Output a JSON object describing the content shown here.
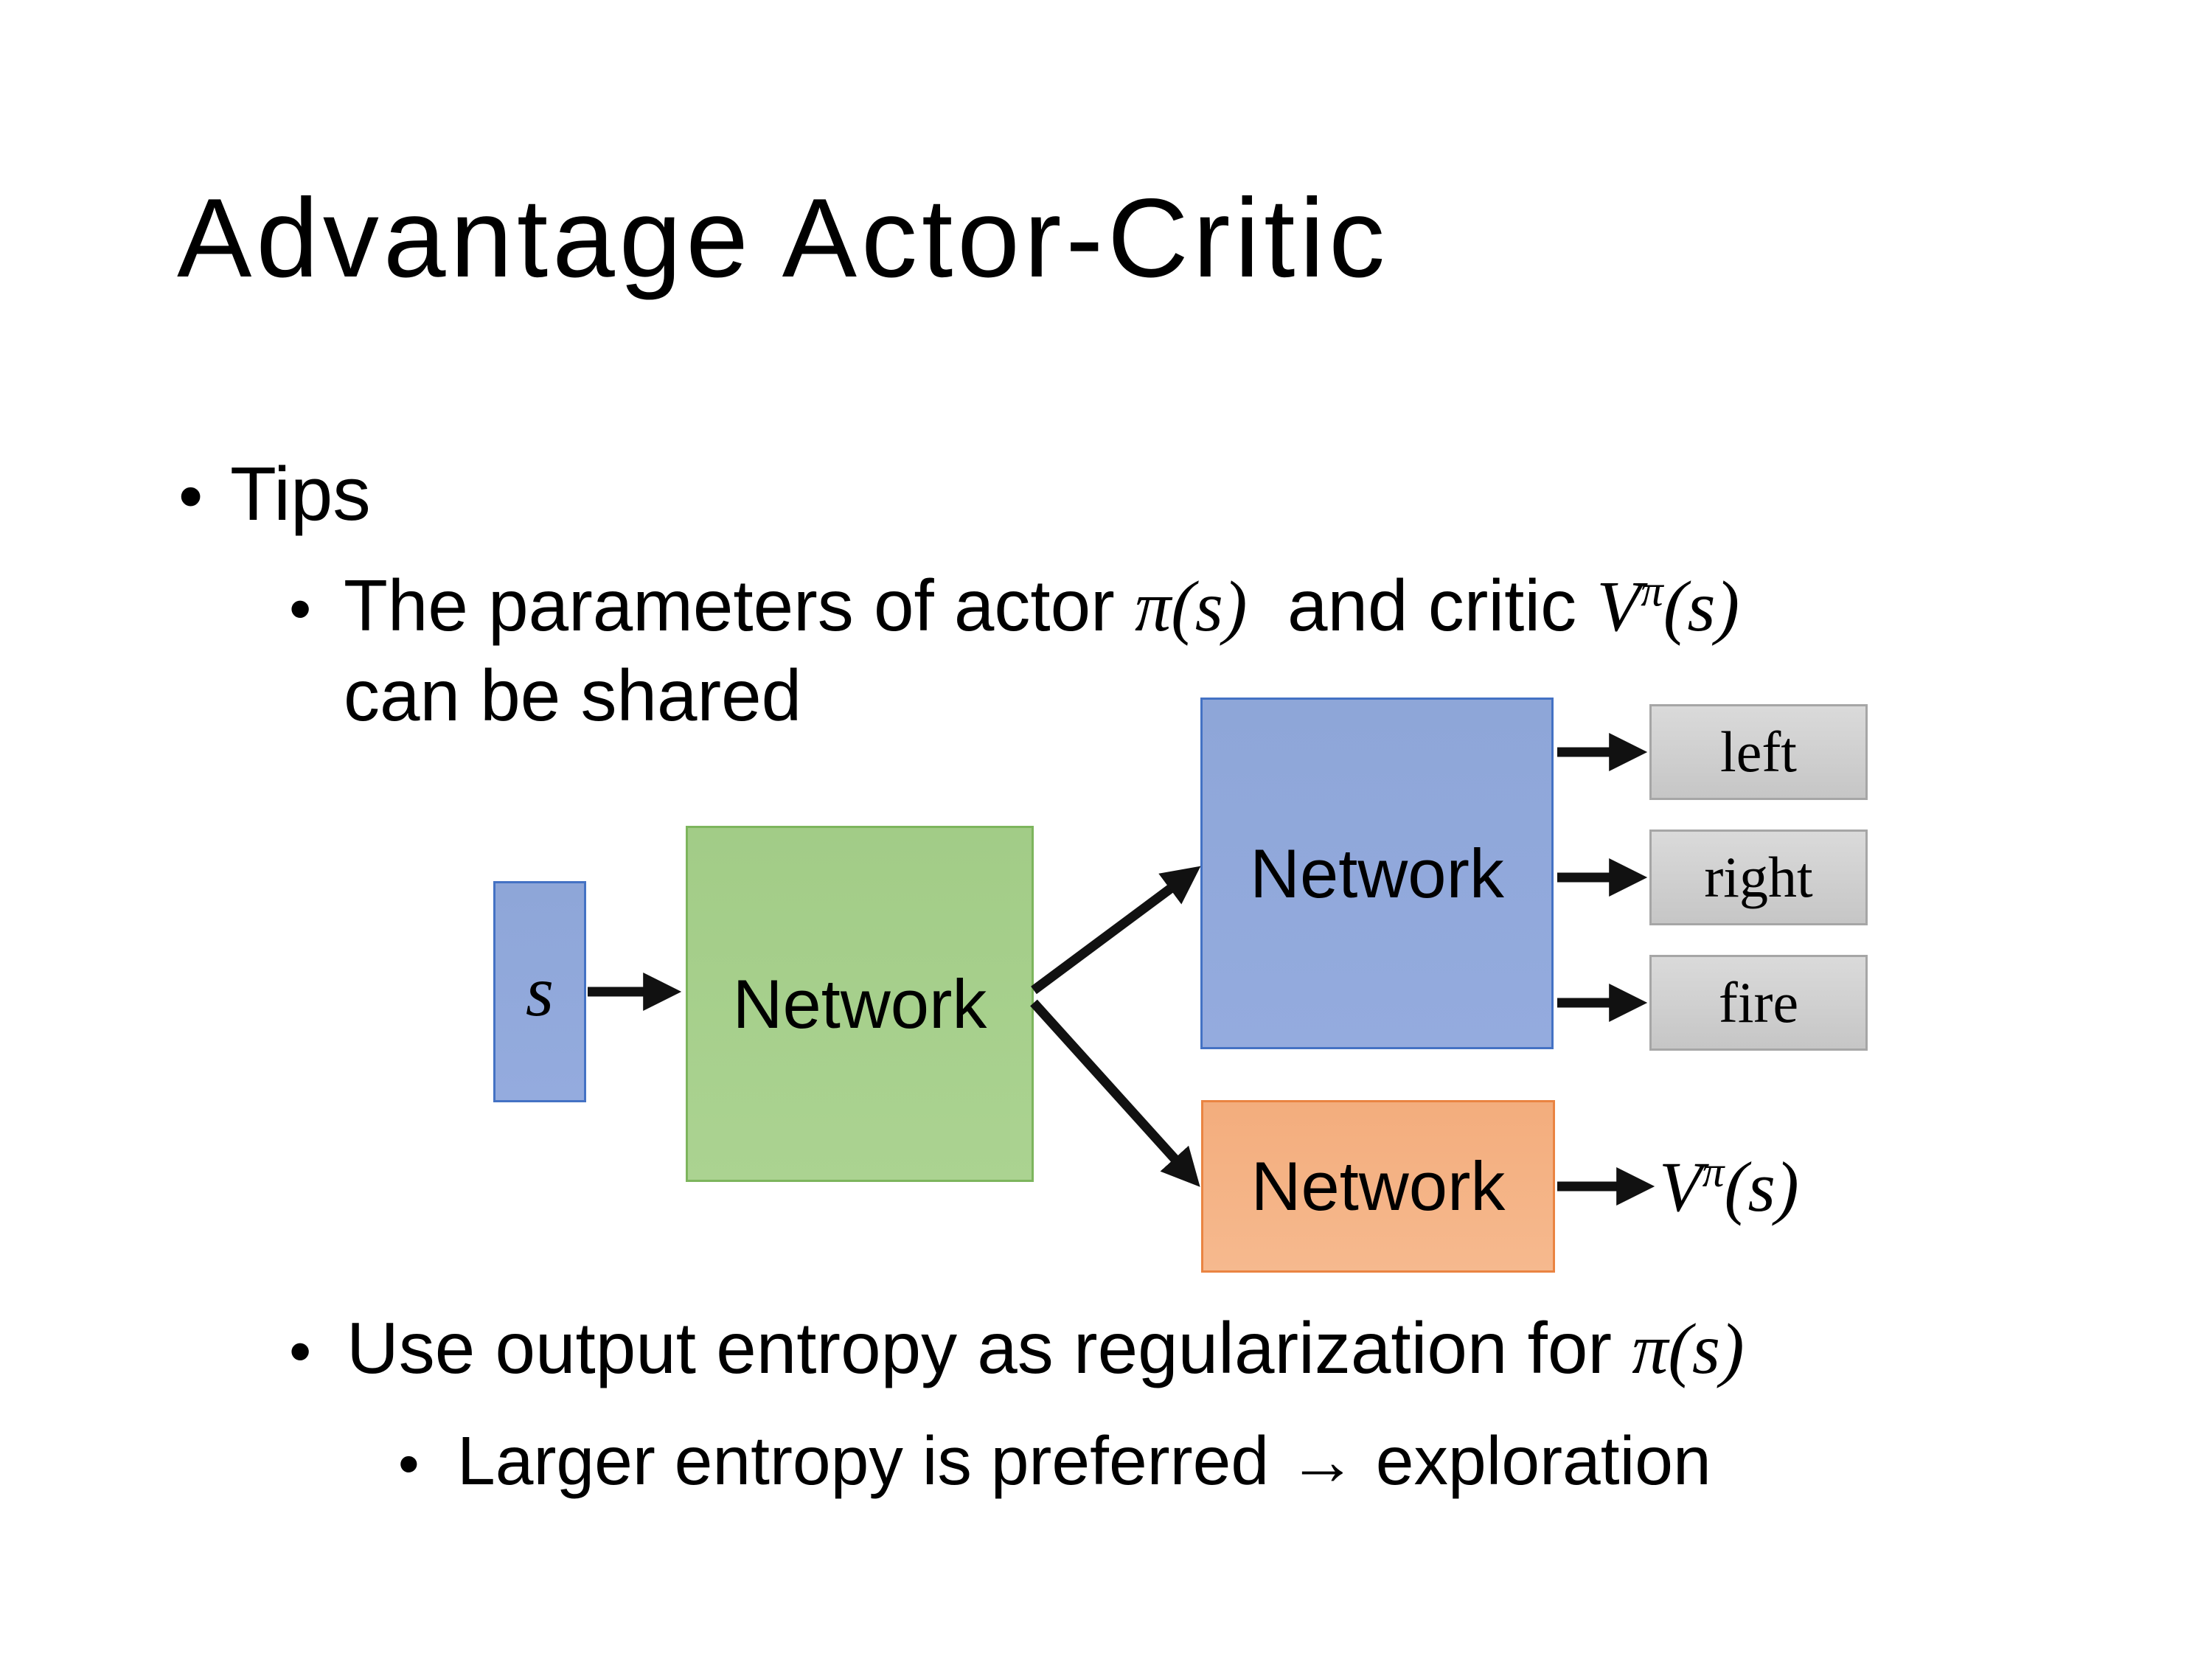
{
  "slide": {
    "title": "Advantage Actor-Critic",
    "bullet_glyph": "•",
    "tips_label": "Tips",
    "line_params": {
      "pre": "The parameters of actor ",
      "math_actor": "π(s)",
      "mid": "  and critic ",
      "critic_base": "V",
      "critic_sup": "π",
      "critic_args": "(s)",
      "cont": "can be shared"
    },
    "line_entropy": {
      "pre": "Use output entropy as regularization for ",
      "math": "π(s)"
    },
    "line_explore": "Larger entropy is preferred → exploration"
  },
  "diagram": {
    "input_label": "s",
    "shared_network_label": "Network",
    "actor_network_label": "Network",
    "critic_network_label": "Network",
    "actions": [
      "left",
      "right",
      "fire"
    ],
    "critic_output": {
      "base": "V",
      "sup": "π",
      "args": "(s)"
    }
  },
  "theme": {
    "page-bg": "#ffffff",
    "text": "#000000",
    "arrow": "#111111",
    "blue-fill-top": "#8ea6d8",
    "blue-fill-bottom": "#94abde",
    "blue-border": "#4472c4",
    "green-fill-top": "#a2cc87",
    "green-fill-bottom": "#abd391",
    "green-border": "#7db55d",
    "orange-fill-top": "#f3ad7d",
    "orange-fill-bottom": "#f6b98e",
    "orange-border": "#ea8442",
    "gray-fill-top": "#dadada",
    "gray-fill-bottom": "#c6c6c6",
    "gray-border": "#a6a6a6"
  }
}
